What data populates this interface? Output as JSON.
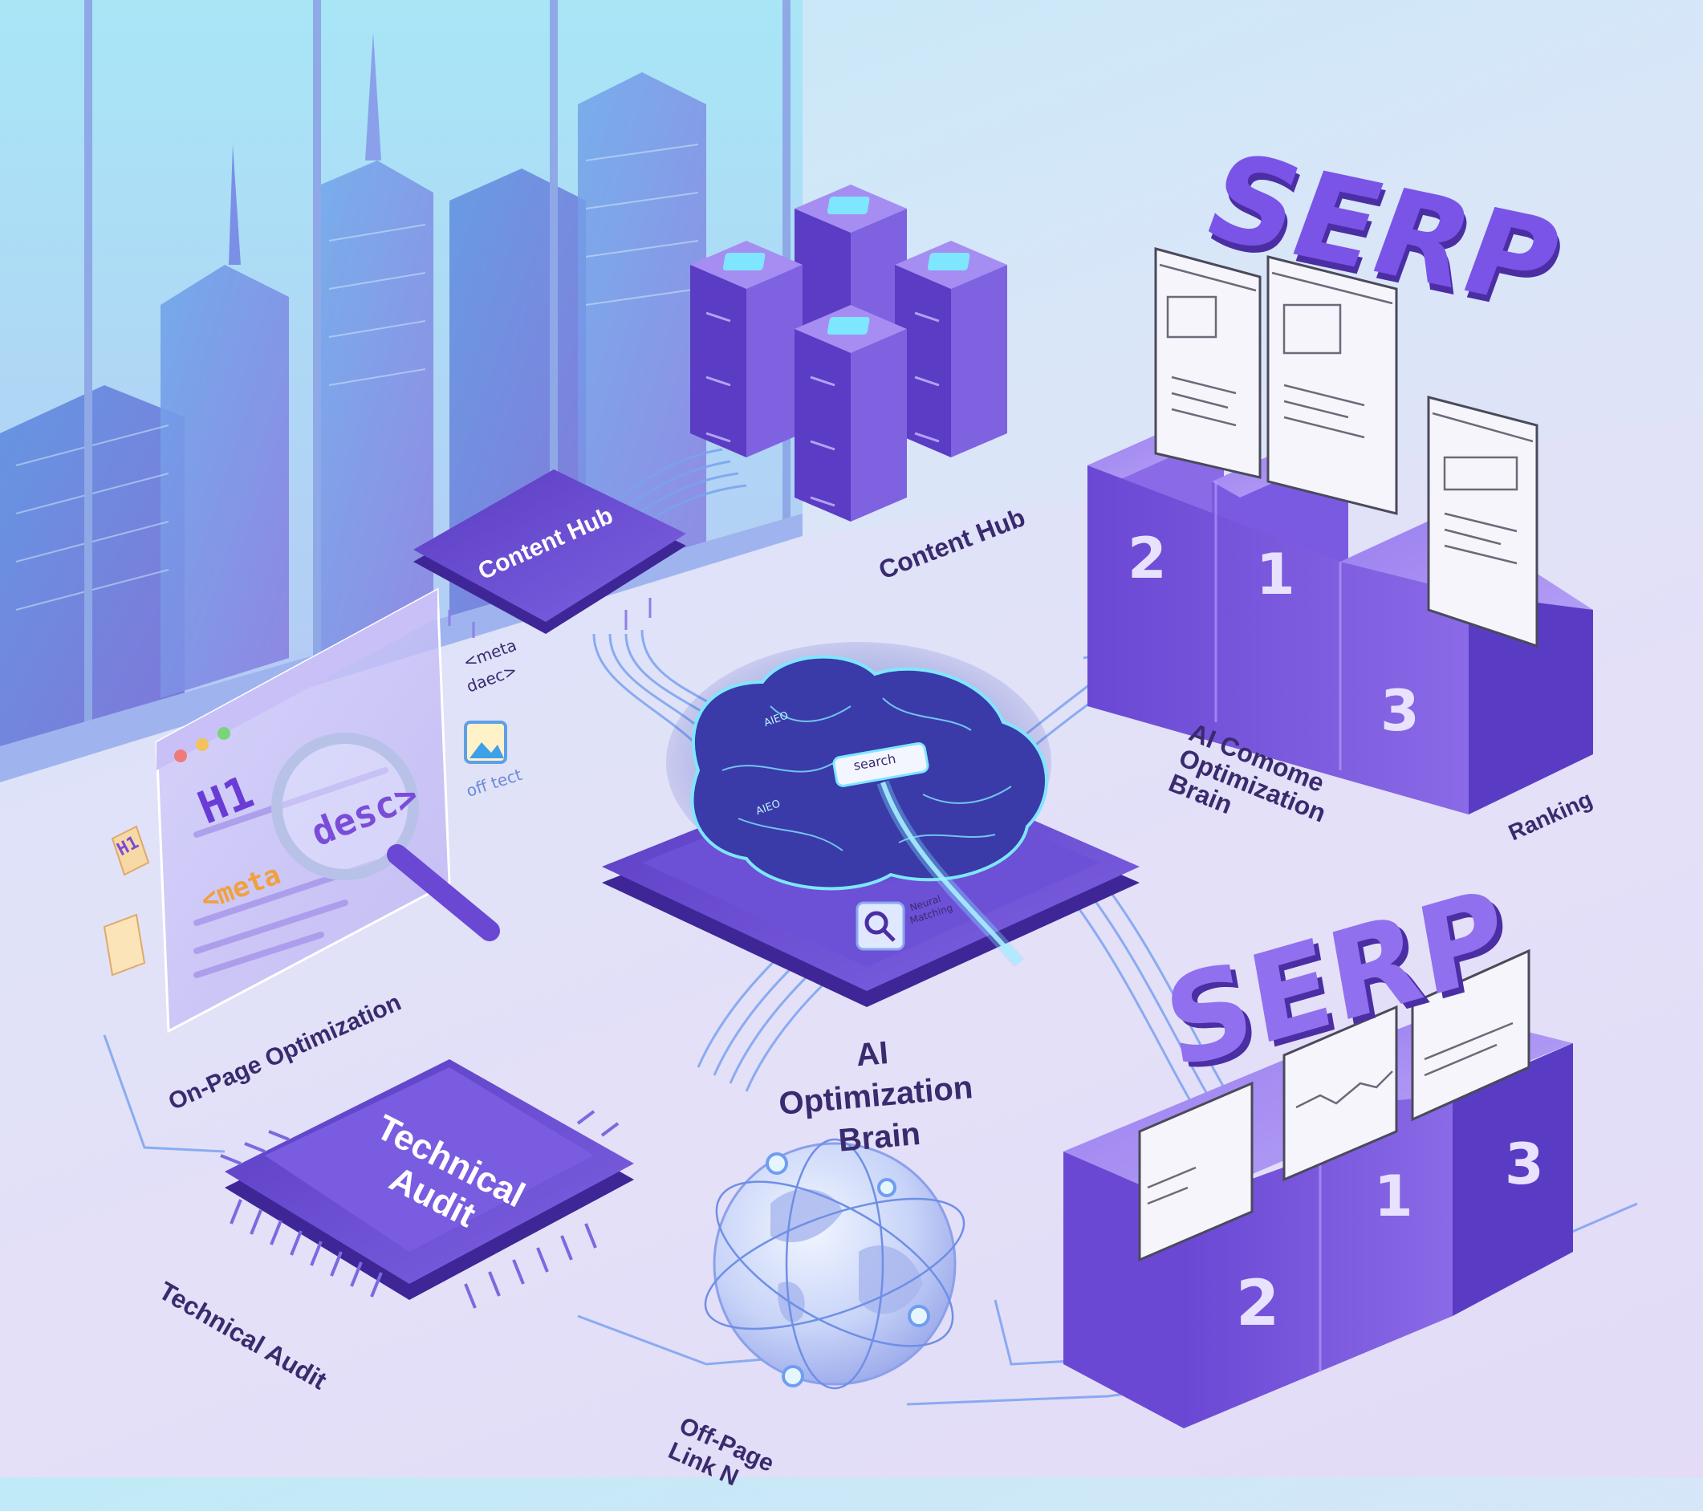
{
  "labels": {
    "content_hub_chip": "Content Hub",
    "content_hub": "Content Hub",
    "ai_brain_caption": "AI Optimization Brain",
    "ai_brain_alt": "AI Comome Optimization Brain",
    "on_page": "On-Page Optimization",
    "technical_audit_chip": "Technical Audit",
    "technical_audit": "Technical Audit",
    "off_page": "Off-Page Link N",
    "ranking": "Ranking",
    "serp_top": "SERP",
    "serp_bottom": "SERP"
  },
  "podium_top": {
    "ranks": [
      "2",
      "1",
      "3"
    ]
  },
  "podium_bottom": {
    "ranks": [
      "2",
      "1",
      "3"
    ]
  },
  "on_page_panel": {
    "h1": "H1",
    "meta": "<meta",
    "desc": "desc>",
    "tag_h1": "H1",
    "meta_desc_note_1": "<meta",
    "meta_desc_note_2": "daec>",
    "alt_text": "off tect"
  },
  "brain": {
    "search_box": "search",
    "chip_a": "AIEO",
    "chip_b": "AIEO",
    "neural_1": "Neural",
    "neural_2": "Matching"
  },
  "colors": {
    "purple_dark": "#4b2ea3",
    "purple_mid": "#7a5ce0",
    "purple_light": "#a78bfa",
    "cyan_glow": "#7fe6ff",
    "line_blue": "#6f9ef0",
    "label_text": "#3a2a6e"
  }
}
